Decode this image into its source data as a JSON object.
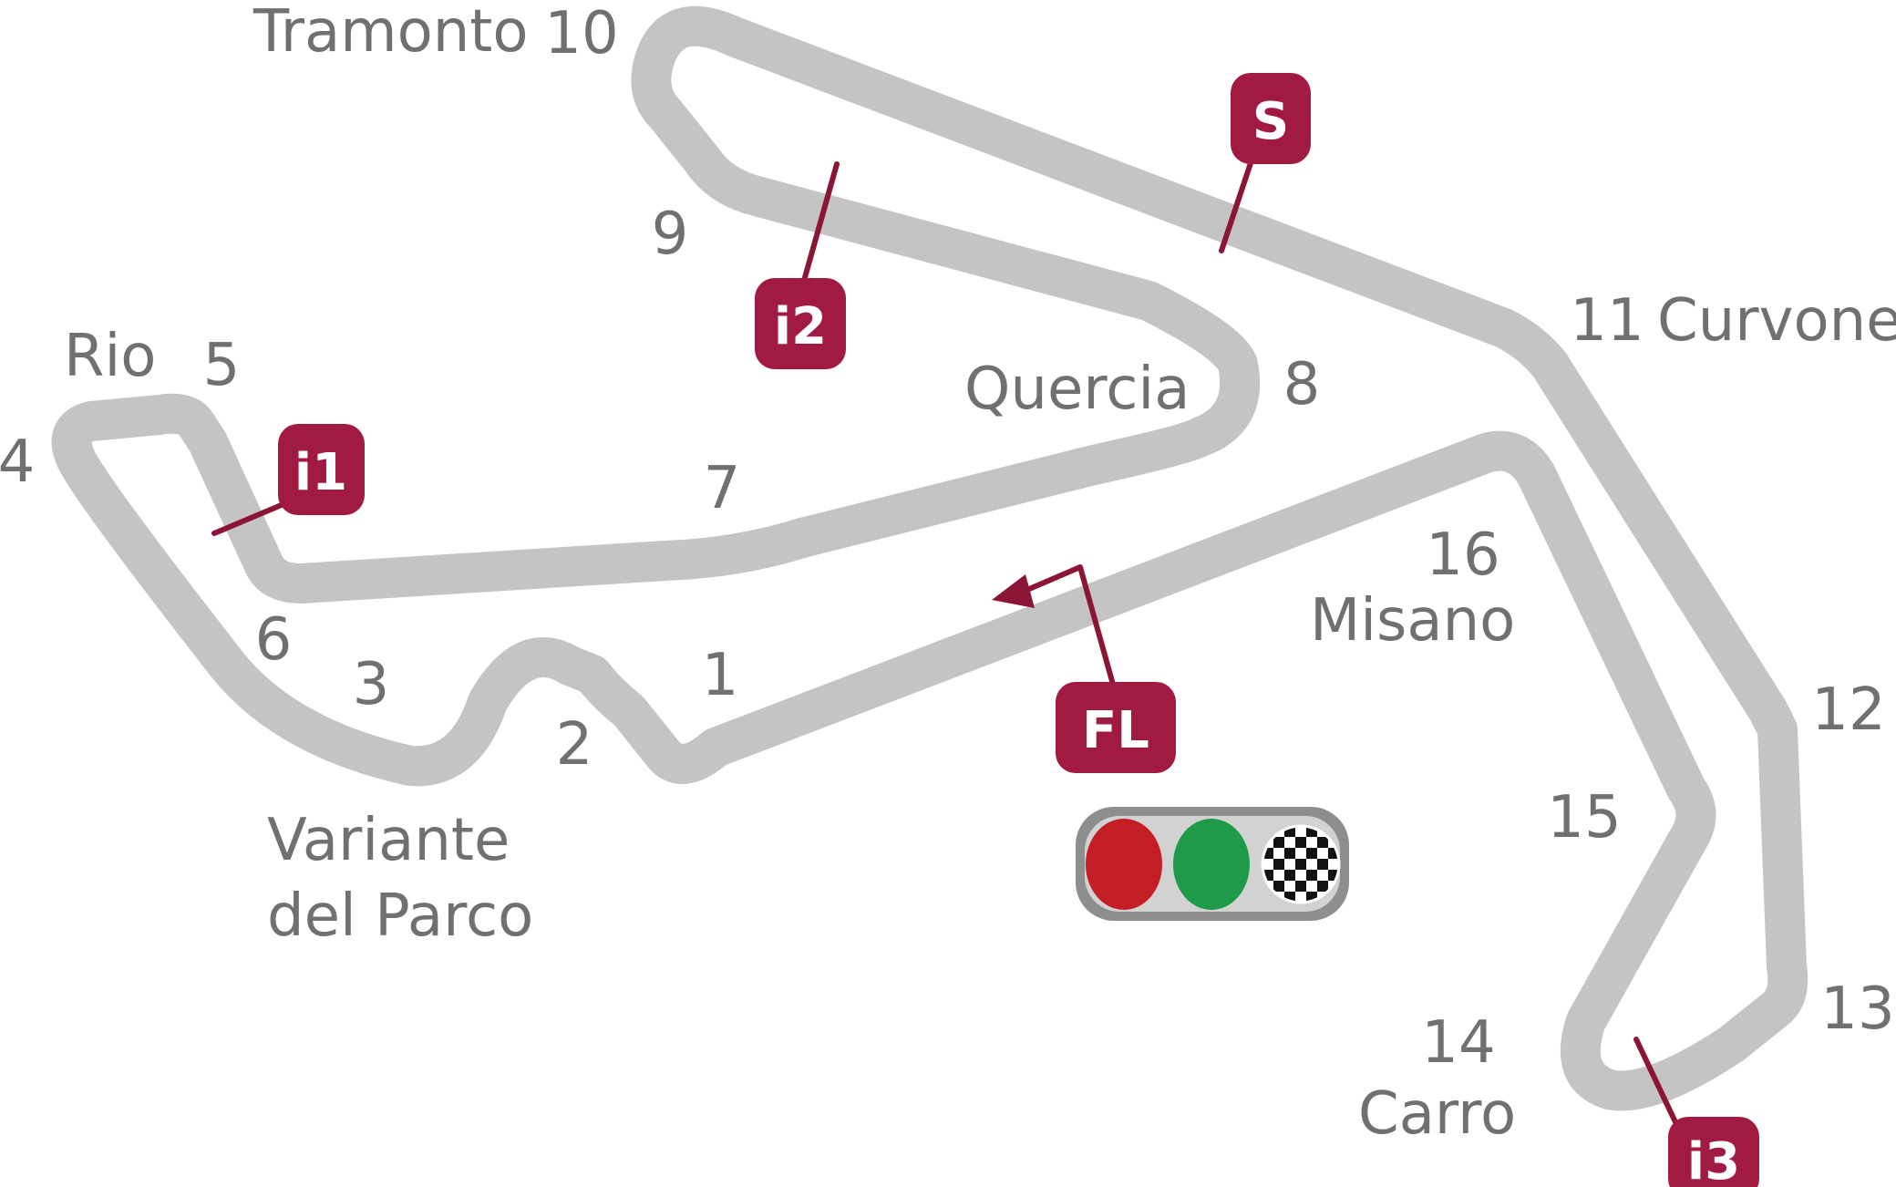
{
  "corners": [
    {
      "id": "t1",
      "label": "1"
    },
    {
      "id": "t2",
      "label": "2"
    },
    {
      "id": "t3",
      "label": "3"
    },
    {
      "id": "t4",
      "label": "4"
    },
    {
      "id": "t5",
      "label": "5"
    },
    {
      "id": "t6",
      "label": "6"
    },
    {
      "id": "t7",
      "label": "7"
    },
    {
      "id": "t8",
      "label": "8"
    },
    {
      "id": "t9",
      "label": "9"
    },
    {
      "id": "t10",
      "label": "10"
    },
    {
      "id": "t11",
      "label": "11"
    },
    {
      "id": "t12",
      "label": "12"
    },
    {
      "id": "t13",
      "label": "13"
    },
    {
      "id": "t14",
      "label": "14"
    },
    {
      "id": "t15",
      "label": "15"
    },
    {
      "id": "t16",
      "label": "16"
    }
  ],
  "names": {
    "tramonto": "Tramonto",
    "curvone": "Curvone",
    "rio": "Rio",
    "quercia": "Quercia",
    "misano": "Misano",
    "variante_line1": "Variante",
    "variante_line2": "del Parco",
    "carro": "Carro"
  },
  "markers": {
    "speed_trap": "S",
    "intermediate_1": "i1",
    "intermediate_2": "i2",
    "intermediate_3": "i3",
    "finish_line": "FL"
  },
  "colors": {
    "track": "#c4c4c4",
    "marker": "#a11a42",
    "labels": "#707070",
    "start_light_red": "#c41f26",
    "start_light_green": "#1e9a48",
    "start_light_housing": "#8e8e8e"
  },
  "icons": {
    "start_lights": "start-lights-icon",
    "checkered_flag": "checkered-flag-icon",
    "direction_arrow": "direction-arrow-icon"
  }
}
